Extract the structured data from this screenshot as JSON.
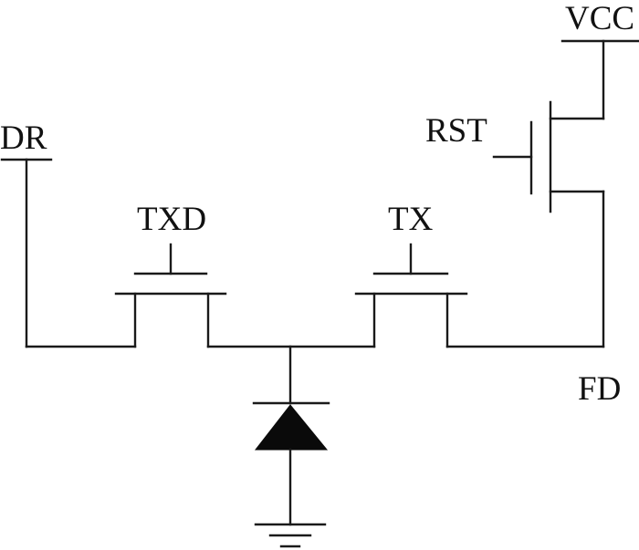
{
  "labels": {
    "vcc": "VCC",
    "rst": "RST",
    "dr": "DR",
    "txd": "TXD",
    "tx": "TX",
    "fd": "FD"
  },
  "colors": {
    "line": "#1a1a1a",
    "diode": "#0a0a0a",
    "background": "#ffffff"
  }
}
